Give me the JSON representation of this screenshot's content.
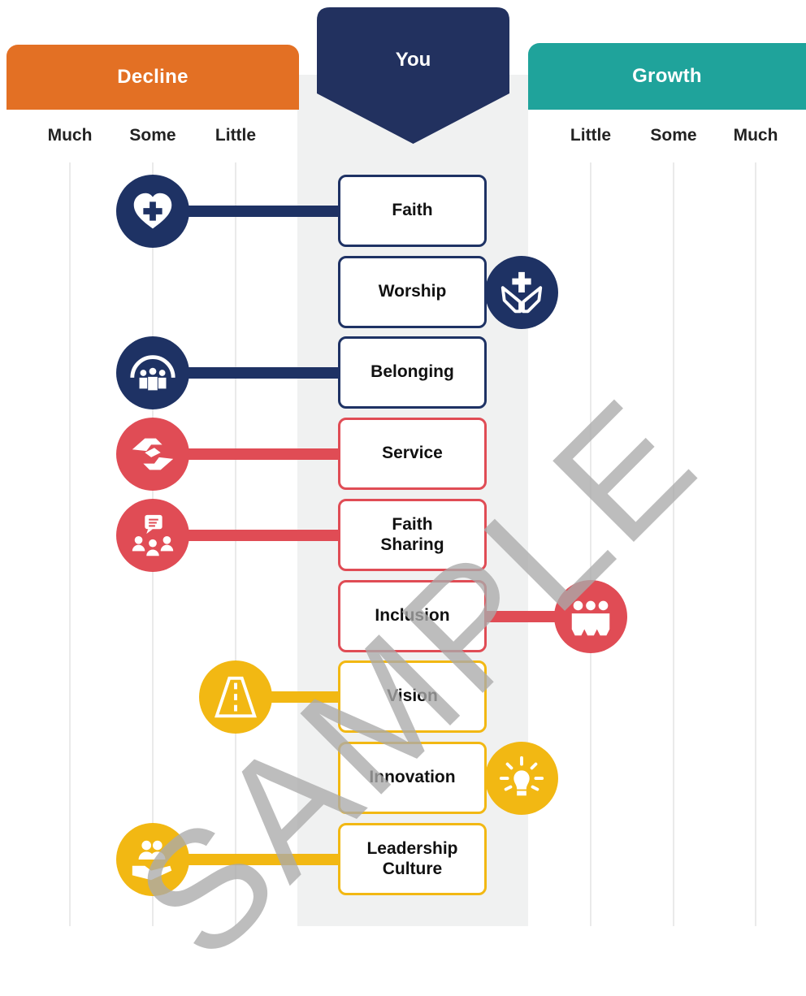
{
  "chart_data": {
    "type": "diverging-lollipop",
    "sections": {
      "decline": "Decline",
      "center": "You",
      "growth": "Growth"
    },
    "decline_levels": [
      "Much",
      "Some",
      "Little"
    ],
    "growth_levels": [
      "Little",
      "Some",
      "Much"
    ],
    "items": [
      {
        "label": "Faith",
        "direction": "decline",
        "level": "Some",
        "group_color": "#1e3264",
        "icon": "heart-cross-icon"
      },
      {
        "label": "Worship",
        "direction": "none",
        "level": "",
        "group_color": "#1e3264",
        "icon": "praying-hands-icon"
      },
      {
        "label": "Belonging",
        "direction": "decline",
        "level": "Some",
        "group_color": "#1e3264",
        "icon": "community-icon"
      },
      {
        "label": "Service",
        "direction": "decline",
        "level": "Some",
        "group_color": "#e04c55",
        "icon": "helping-hands-icon"
      },
      {
        "label": "Faith\nSharing",
        "direction": "decline",
        "level": "Some",
        "group_color": "#e04c55",
        "icon": "speech-people-icon"
      },
      {
        "label": "Inclusion",
        "direction": "growth",
        "level": "Little",
        "group_color": "#e04c55",
        "icon": "group-icon"
      },
      {
        "label": "Vision",
        "direction": "decline",
        "level": "Little",
        "group_color": "#f2b813",
        "icon": "road-icon"
      },
      {
        "label": "Innovation",
        "direction": "none",
        "level": "",
        "group_color": "#f2b813",
        "icon": "lightbulb-icon"
      },
      {
        "label": "Leadership\nCulture",
        "direction": "decline",
        "level": "Some",
        "group_color": "#f2b813",
        "icon": "hand-people-icon"
      }
    ]
  },
  "watermark": "SAMPLE",
  "colors": {
    "decline": "#e37024",
    "growth": "#1fa39b",
    "you": "#22315f",
    "center_band": "#f0f1f1",
    "gridline": "#e4e4e4"
  }
}
